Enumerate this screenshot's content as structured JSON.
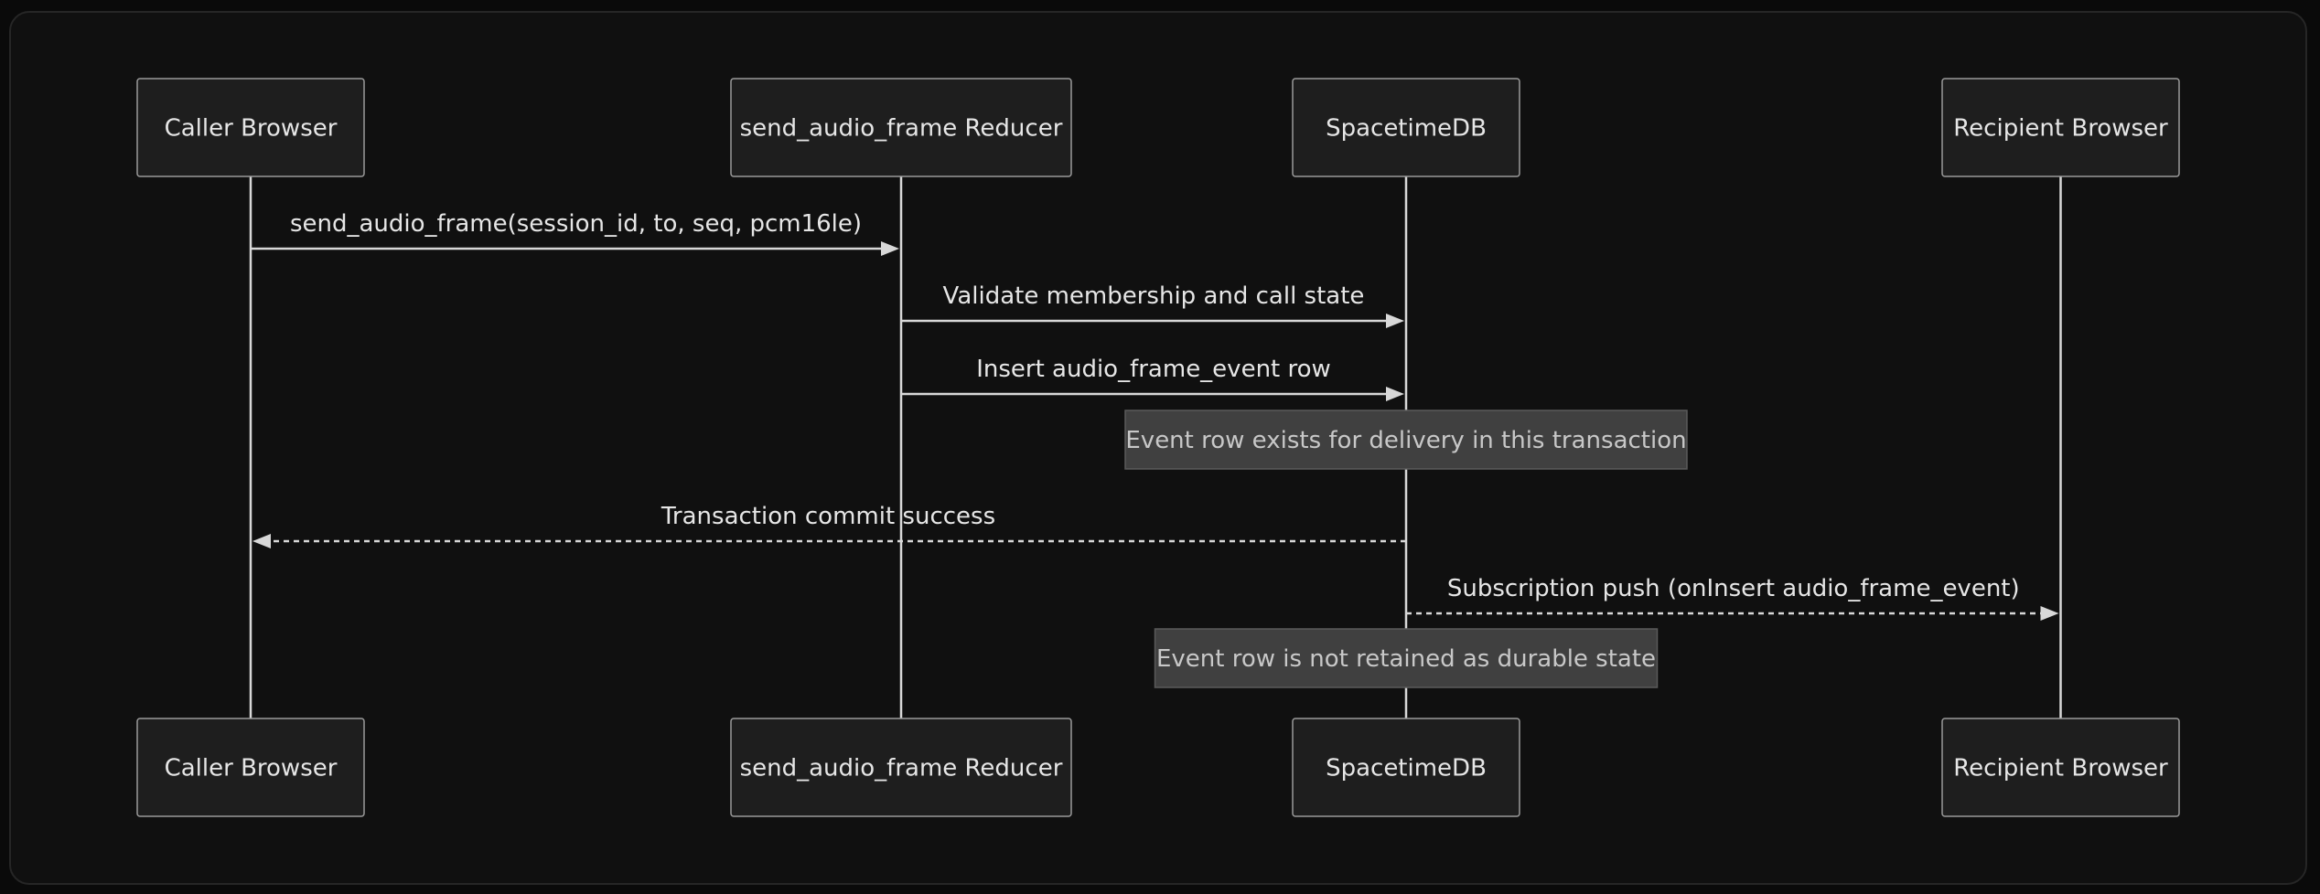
{
  "diagram": {
    "type": "sequence",
    "participants": [
      {
        "id": "caller",
        "label": "Caller Browser"
      },
      {
        "id": "reducer",
        "label": "send_audio_frame Reducer"
      },
      {
        "id": "db",
        "label": "SpacetimeDB"
      },
      {
        "id": "recipient",
        "label": "Recipient Browser"
      }
    ],
    "messages": [
      {
        "from": "caller",
        "to": "reducer",
        "label": "send_audio_frame(session_id, to, seq, pcm16le)",
        "style": "solid"
      },
      {
        "from": "reducer",
        "to": "db",
        "label": "Validate membership and call state",
        "style": "solid"
      },
      {
        "from": "reducer",
        "to": "db",
        "label": "Insert audio_frame_event row",
        "style": "solid"
      },
      {
        "note_over": "db",
        "label": "Event row exists for delivery in this transaction"
      },
      {
        "from": "db",
        "to": "caller",
        "label": "Transaction commit success",
        "style": "dashed"
      },
      {
        "from": "db",
        "to": "recipient",
        "label": "Subscription push (onInsert audio_frame_event)",
        "style": "dashed"
      },
      {
        "note_over": "db",
        "label": "Event row is not retained as durable state"
      }
    ]
  }
}
